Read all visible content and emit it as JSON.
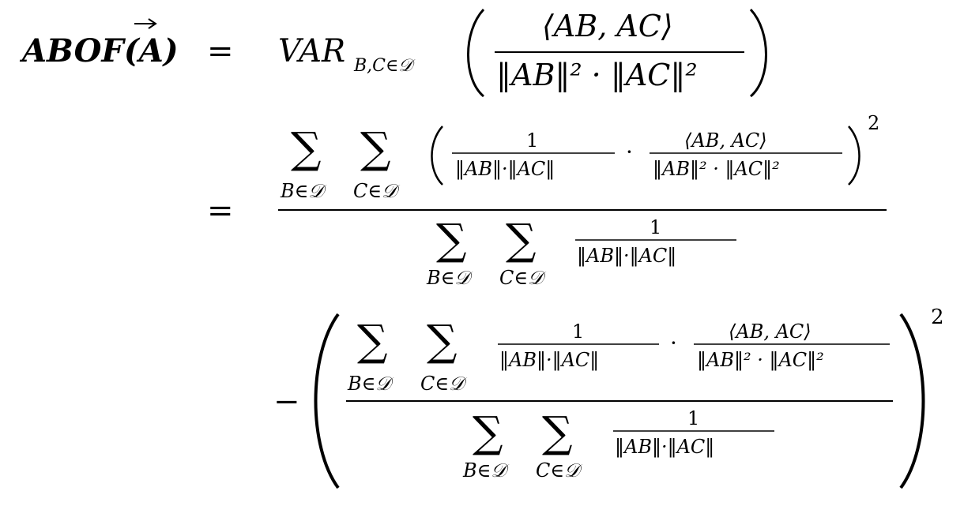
{
  "formula": {
    "lhs": "ABOF(A)",
    "equals": "=",
    "minus": "−",
    "var_operator": "VAR",
    "var_subscript": "B,C∈𝒟",
    "inner_product": "⟨AB, AC⟩",
    "squared_norms_product": "‖AB‖² · ‖AC‖²",
    "norms_product": "‖AB‖·‖AC‖",
    "sum_symbol": "∑",
    "sum_index_b": "B∈𝒟",
    "sum_index_c": "C∈𝒟",
    "one": "1",
    "dot": "·",
    "exponent": "2"
  }
}
